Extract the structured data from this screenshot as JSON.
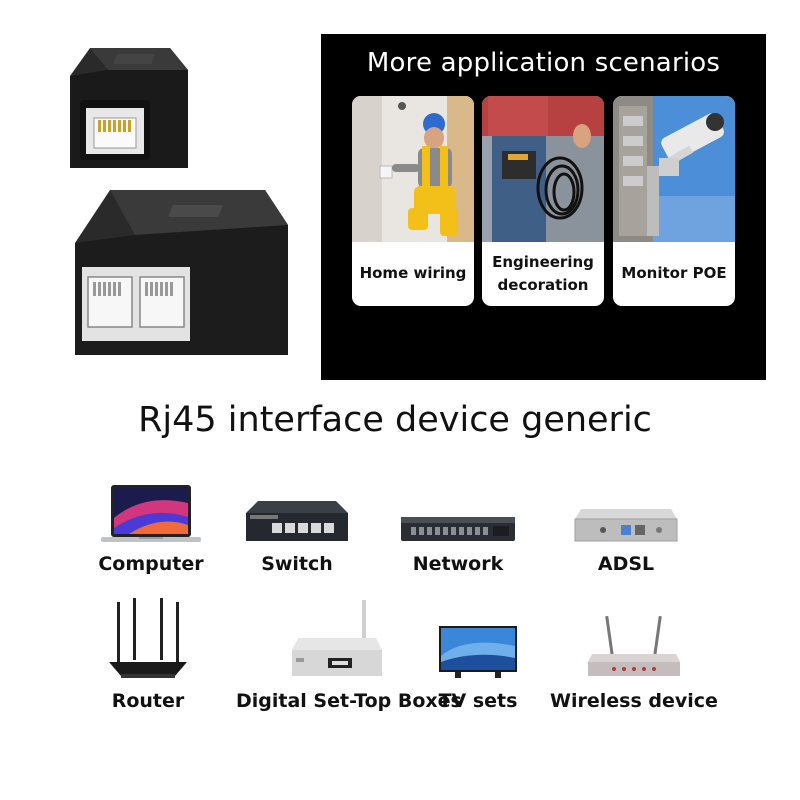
{
  "scenarios": {
    "title": "More application scenarios",
    "cards": [
      {
        "caption": "Home wiring"
      },
      {
        "caption": "Engineering decoration"
      },
      {
        "caption": "Monitor POE"
      }
    ]
  },
  "main_heading": "Rj45 interface device generic",
  "devices": [
    {
      "label": "Computer",
      "icon": "laptop-icon"
    },
    {
      "label": "Switch",
      "icon": "network-switch-icon"
    },
    {
      "label": "Network",
      "icon": "patch-panel-icon"
    },
    {
      "label": "ADSL",
      "icon": "adsl-modem-icon"
    },
    {
      "label": "Router",
      "icon": "router-icon"
    },
    {
      "label": "Digital Set-Top Boxes",
      "icon": "set-top-box-icon"
    },
    {
      "label": "TV sets",
      "icon": "tv-icon"
    },
    {
      "label": "Wireless device",
      "icon": "wireless-router-icon"
    }
  ],
  "colors": {
    "panel_background": "#000000",
    "product_body": "#1a1a1a",
    "card_background": "#ffffff"
  }
}
